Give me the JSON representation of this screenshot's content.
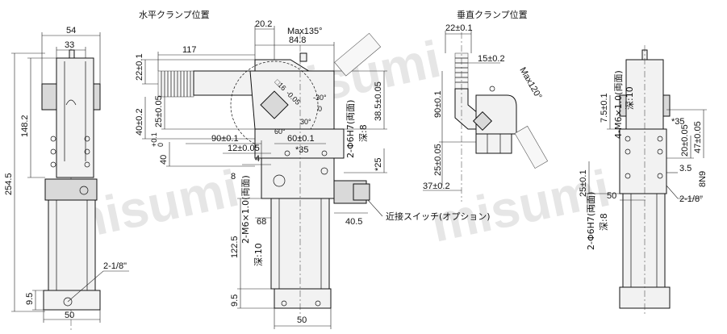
{
  "watermark": "misumi",
  "titles": {
    "horizontal": "水平クランプ位置",
    "vertical": "垂直クランプ位置"
  },
  "front_view": {
    "width_top": "54",
    "width_inner": "33",
    "height_total": "254.5",
    "height_upper": "148.2",
    "port": "2-1/8\"",
    "bottom_gap": "9.5",
    "width_bottom": "50"
  },
  "horizontal_view": {
    "dim_20_2": "20.2",
    "max_angle": "Max135°",
    "dim_84_8": "84.8",
    "dim_117": "117",
    "dim_22": "22±0.1",
    "dim_40": "40±0.2",
    "dim_25": "25±0.05",
    "dim_40_tol": "40",
    "dim_40_tol_sup": "+0.1",
    "dim_40_tol_sub": "0",
    "dim_90": "90±0.1",
    "dim_60": "60±0.1",
    "dim_12": "12±0.05",
    "dim_35": "*35",
    "dim_4": "4",
    "dim_8": "8",
    "dim_38_5": "38.5±0.05",
    "phi_hole": "2-Φ6H7(両面)",
    "phi_depth": "深:8",
    "dim_25_star": "*25",
    "dim_16": "□16",
    "dim_16_tol": "-0.05",
    "angle_30n": "-30°",
    "angle_0": "0",
    "angle_30": "30°",
    "angle_60": "60°",
    "tap_holes": "2-M6×1.0(両面)",
    "tap_depth": "深:10",
    "dim_68": "68",
    "dim_40_5": "40.5",
    "dim_122_5": "122.5",
    "dim_9_5": "9.5",
    "dim_50": "50",
    "switch_label": "近接スイッチ(オプション)"
  },
  "vertical_view": {
    "dim_22": "22±0.1",
    "dim_15": "15±0.2",
    "max_angle": "Max120°",
    "dim_90": "90±0.1",
    "dim_25": "25±0.05",
    "dim_37": "37±0.2"
  },
  "side_view": {
    "dim_7_5": "7.5±0.1",
    "tap_holes": "4-M6×1.0(両面)",
    "tap_depth": "深:10",
    "dim_35": "*35",
    "dim_20": "20±0.05",
    "dim_47": "47±0.05",
    "dim_8n9": "8N9",
    "dim_3_5": "3.5",
    "dim_25": "25±0.1",
    "dim_50": "50",
    "phi_hole": "2-Φ6H7(両面)",
    "phi_depth": "深:8",
    "port": "2-1/8\""
  }
}
